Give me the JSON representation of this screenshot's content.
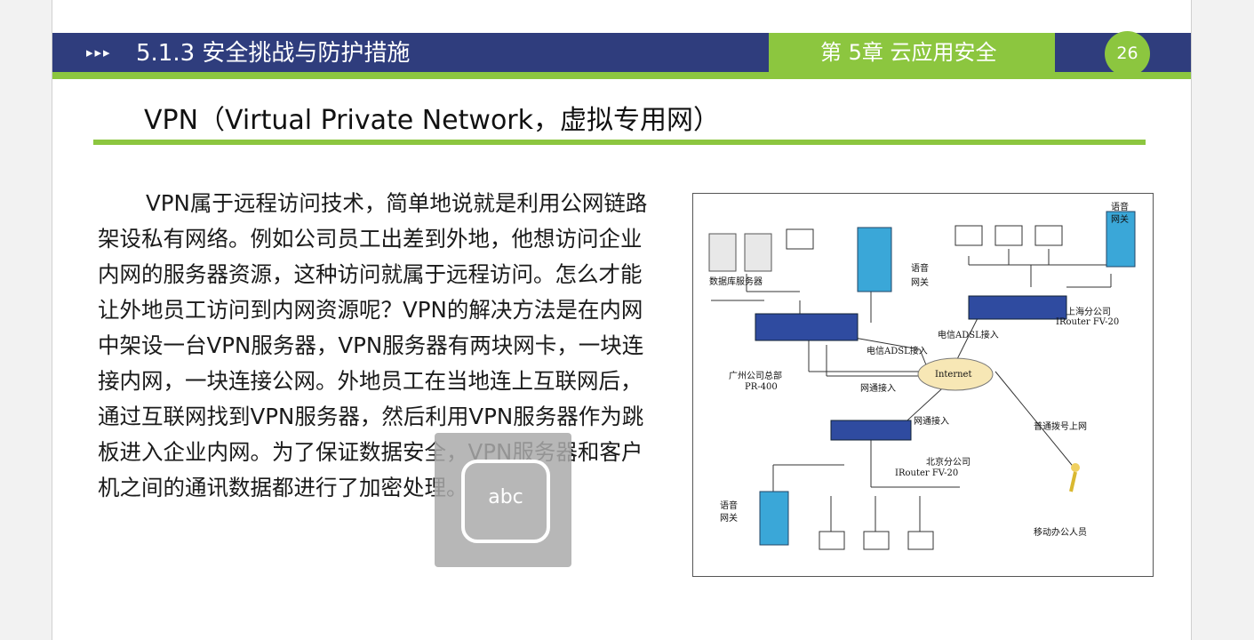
{
  "header": {
    "arrows": "▸▸▸",
    "section_title": "5.1.3  安全挑战与防护措施",
    "chapter": "第 5章  云应用安全",
    "page_number": "26"
  },
  "subtitle": "VPN（Virtual Private Network，虚拟专用网）",
  "body_text": "VPN属于远程访问技术，简单地说就是利用公网链路架设私有网络。例如公司员工出差到外地，他想访问企业内网的服务器资源，这种访问就属于远程访问。怎么才能让外地员工访问到内网资源呢？VPN的解决方法是在内网中架设一台VPN服务器，VPN服务器有两块网卡，一块连接内网，一块连接公网。外地员工在当地连上互联网后，通过互联网找到VPN服务器，然后利用VPN服务器作为跳板进入企业内网。为了保证数据安全，VPN服务器和客户机之间的通讯数据都进行了加密处理。",
  "diagram": {
    "labels": {
      "db_server": "数据库服务器",
      "voice_gw_1": "语音",
      "voice_gw_1b": "网关",
      "voice_gw_2": "语音",
      "voice_gw_2b": "网关",
      "voice_gw_3": "语音",
      "voice_gw_3b": "网关",
      "shanghai_1": "上海分公司",
      "shanghai_2": "IRouter FV-20",
      "telecom_adsl_top": "电信ADSL接入",
      "telecom_adsl": "电信ADSL接入",
      "gz_1": "广州公司总部",
      "gz_2": "PR-400",
      "netcom_1": "网通接入",
      "internet": "Internet",
      "netcom_2": "网通接入",
      "dialup": "普通拨号上网",
      "beijing_1": "北京分公司",
      "beijing_2": "IRouter FV-20",
      "mobile": "移动办公人员"
    }
  },
  "overlay": {
    "label": "abc"
  },
  "colors": {
    "navy": "#2f3d7d",
    "green": "#8cc63f"
  }
}
